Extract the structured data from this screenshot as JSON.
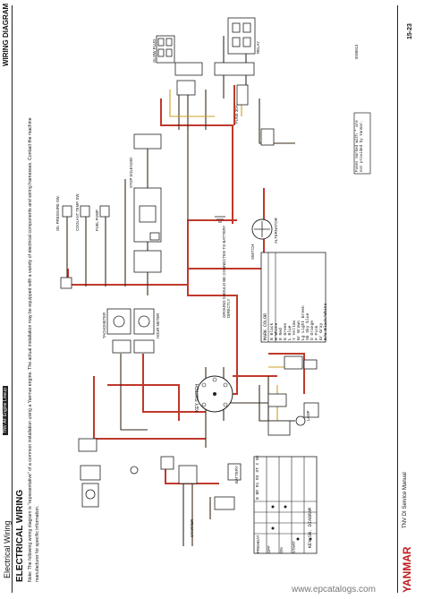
{
  "header": {
    "section": "Electrical Wiring",
    "page": "15-23",
    "title": "WIRING DIAGRAM",
    "highlight": "TNV AF Engine Lineup"
  },
  "body": {
    "heading": "ELECTRICAL WIRING",
    "note_line1": "Note: The following wiring diagram is \"representative\" of a common installation using a Yanmar engine. The actual installation may be equipped with a variety of electrical components and wiring harnesses. Contact the machine",
    "note_line2": "manufacturer for specific information."
  },
  "footer": {
    "brand": "YANMAR",
    "manual": "TNV DI Service Manual",
    "watermark": "www.epcatalogs.com",
    "code": "0008613"
  },
  "color_table": {
    "title": "MARK COLOR",
    "rows": [
      "B  Black",
      "W  White",
      "R  Red",
      "G  Green",
      "L  Blue",
      "Y  Yellow",
      "Br Brown",
      "Lg Light Green",
      "Sb Sky blue",
      "O  Orange",
      "P  Pink",
      "Gr Gray",
      "B/W Black/White"
    ]
  },
  "key_diagram": {
    "title": "KEY SW. DIAGRAM",
    "header": "B  BR  R1 R2 ST C BC",
    "rows": [
      "PREHEAT",
      "OFF",
      "ON",
      "START"
    ]
  },
  "labels": {
    "key_switch": "KEY SWITCH",
    "ground_note": "GROUND SHOULD BE CONNECTED TO BATTERY DIRECTLY",
    "starter": "STARTER",
    "battery": "BATTERY",
    "alternator": "ALTERNATOR",
    "fuse": "FUSE 30A",
    "relay": "RELAY",
    "glow": "GLOW PLUG",
    "oil": "OIL PRESSURE SW.",
    "coolant": "COOLANT TEMP. SW.",
    "fuel": "FUEL PUMP",
    "stop": "STOP SOLENOID",
    "lamp": "LAMP",
    "tachometer": "TACHOMETER",
    "hour_meter": "HOUR METER",
    "fuses_note": "Fuses marked with * are not provided by Yanmar.",
    "switch": "SWITCH"
  }
}
